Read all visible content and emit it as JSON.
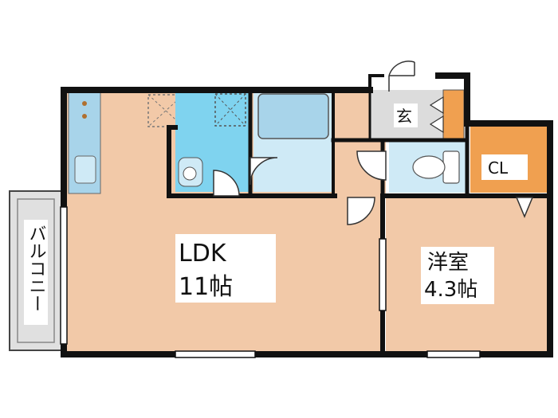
{
  "colors": {
    "room_floor": "#f2c9a8",
    "wet_area": "#cfeaf6",
    "washroom": "#7fd3ef",
    "entrance": "#dcdcdc",
    "closet": "#f0a050",
    "fixture": "#a8d4ea",
    "balcony": "#e0e0e0",
    "wall": "#111111"
  },
  "rooms": {
    "ldk_name": "LDK",
    "ldk_size": "11帖",
    "western_name": "洋室",
    "western_size": "4.3帖",
    "entrance": "玄",
    "closet": "CL",
    "balcony": "バルコニー"
  }
}
